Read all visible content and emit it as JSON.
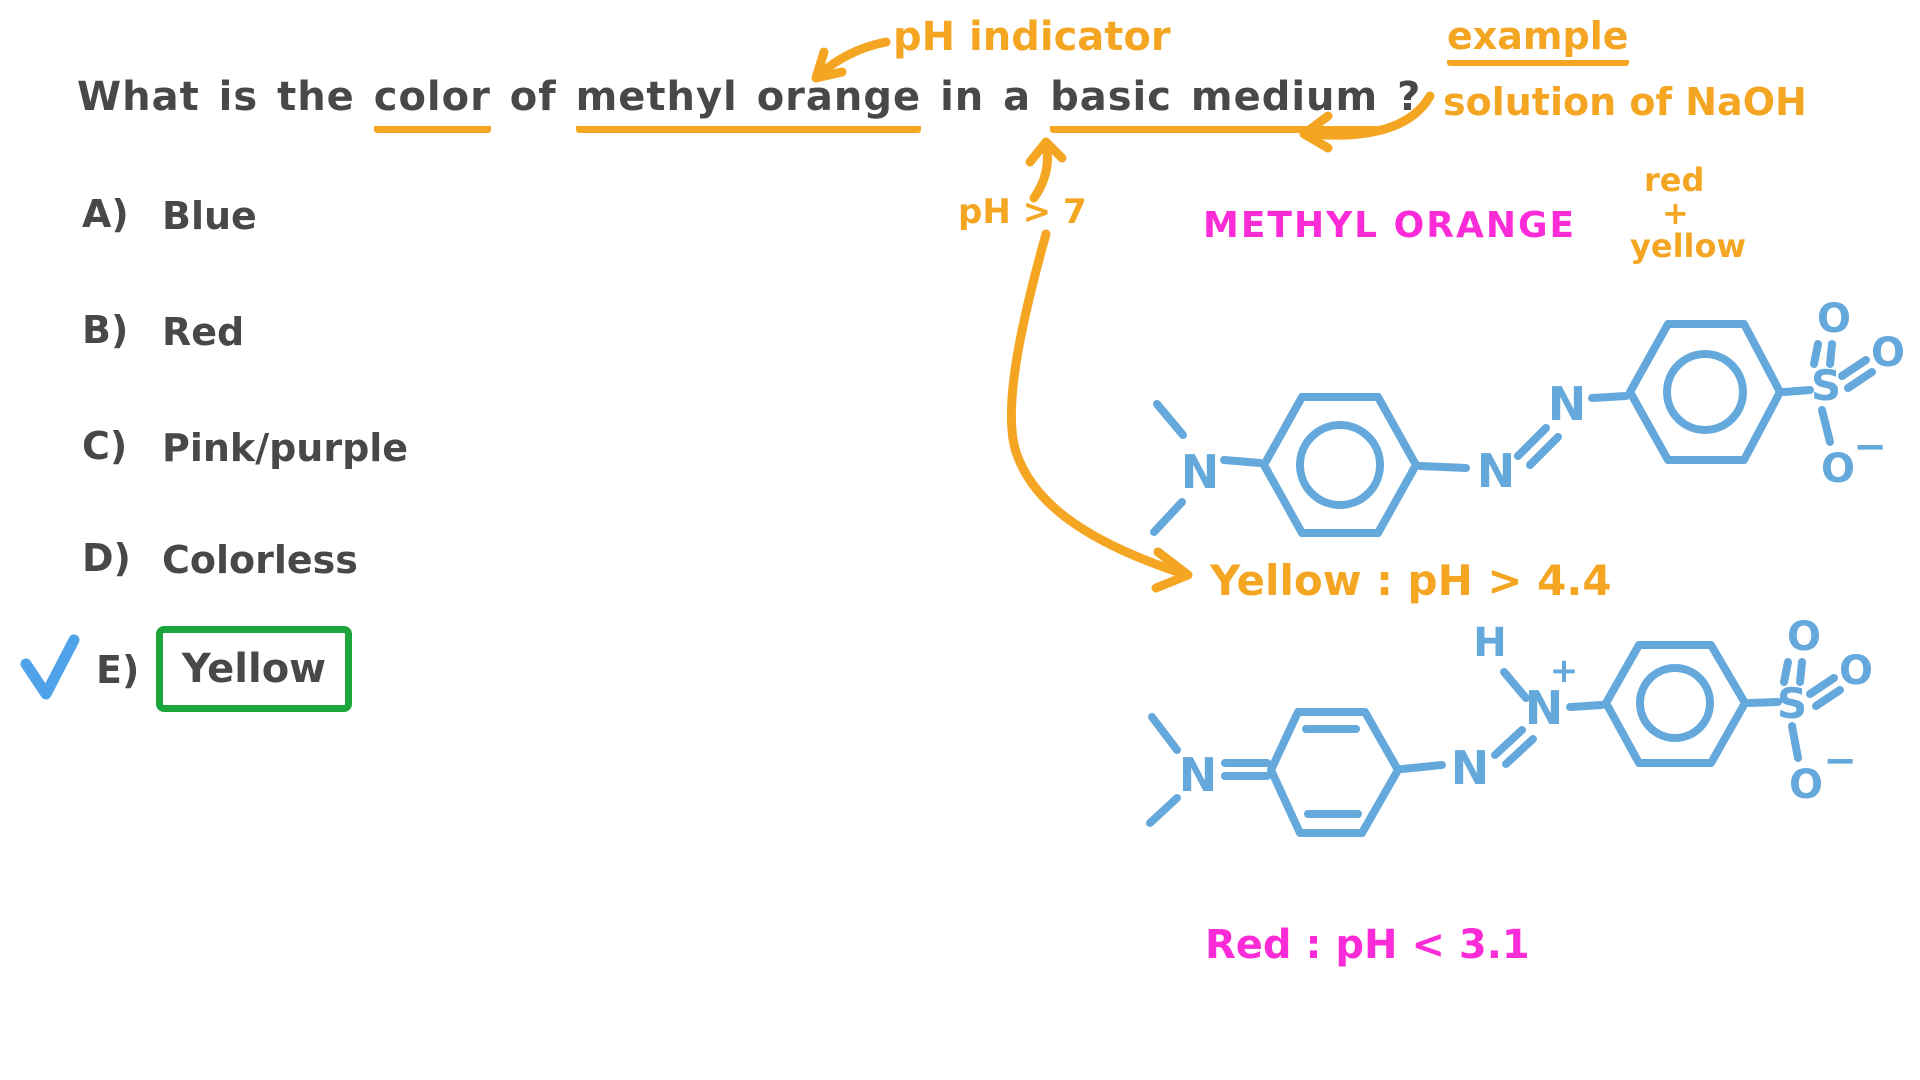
{
  "question": {
    "parts": [
      {
        "text": "What is the "
      },
      {
        "text": "color",
        "underline": true
      },
      {
        "text": " of "
      },
      {
        "text": "methyl orange",
        "underline": true
      },
      {
        "text": " in a "
      },
      {
        "text": "basic medium",
        "underline": true
      },
      {
        "text": " ?"
      }
    ]
  },
  "options": [
    {
      "letter": "A)",
      "label": "Blue",
      "selected": false
    },
    {
      "letter": "B)",
      "label": "Red",
      "selected": false
    },
    {
      "letter": "C)",
      "label": "Pink/purple",
      "selected": false
    },
    {
      "letter": "D)",
      "label": "Colorless",
      "selected": false
    },
    {
      "letter": "E)",
      "label": "Yellow",
      "selected": true
    }
  ],
  "correct_answer": "E) Yellow",
  "annotations": {
    "ph_indicator": "pH indicator",
    "example_title": "example",
    "example_body": "solution of NaOH",
    "ph_gt_7": "pH > 7",
    "compound_title": "METHYL ORANGE",
    "color_mix": {
      "line1": "red",
      "line2": "+",
      "line3": "yellow"
    },
    "yellow_condition": "Yellow :  pH > 4.4",
    "red_condition": "Red :  pH < 3.1"
  },
  "structures": {
    "azo_form": {
      "description": "methyl orange azo (yellow) form with dimethylamino group, azo N=N link and sulfonate group",
      "atoms": {
        "nme2": "N",
        "n1": "N",
        "n2": "N",
        "s": "S",
        "o_top": "O",
        "o_right": "O",
        "o_bottom": "O",
        "minus": "−"
      }
    },
    "quinoid_form": {
      "description": "protonated methyl orange quinoid (red) form with N–H+ and sulfonate group",
      "atoms": {
        "nme2": "N",
        "n1": "N",
        "n2": "N",
        "h": "H",
        "plus": "+",
        "s": "S",
        "o_top": "O",
        "o_right": "O",
        "o_bottom": "O",
        "minus": "−"
      }
    }
  },
  "colors": {
    "orange": "#F4A623",
    "dark_text": "#484848",
    "magenta": "#FB2BD7",
    "structure_blue": "#64A8DC",
    "answer_box_green": "#1CA53C",
    "checkmark_blue": "#4FA3E8"
  }
}
